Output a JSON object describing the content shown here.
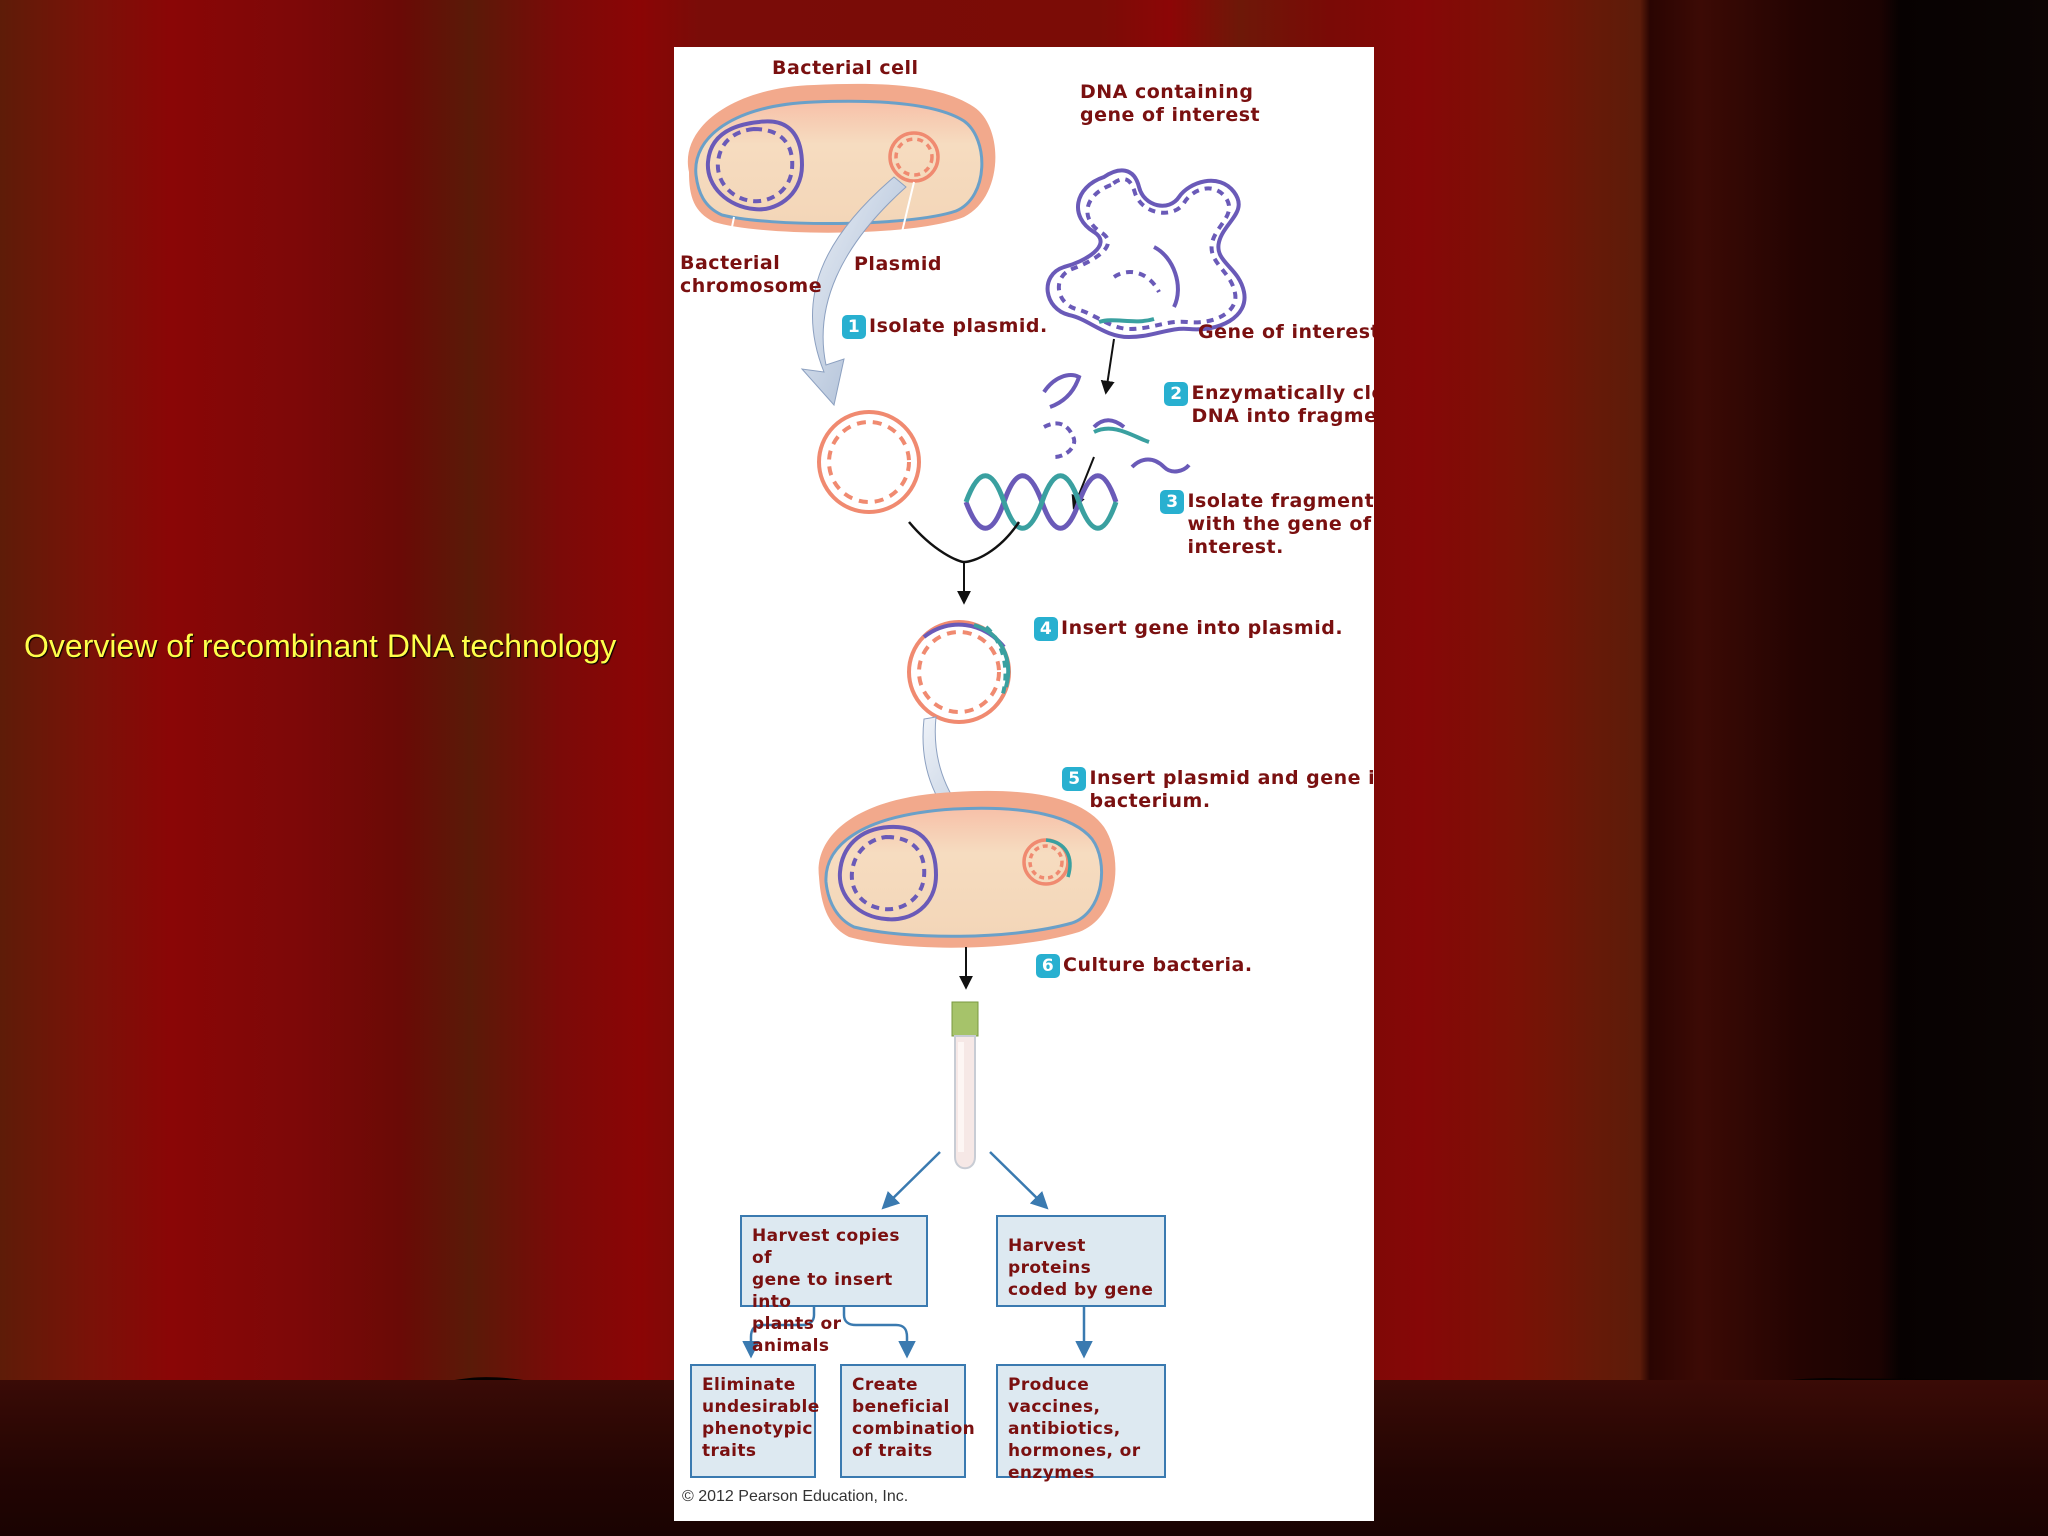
{
  "slide": {
    "caption": "Overview of recombinant DNA technology"
  },
  "diagram": {
    "labels": {
      "bacterial_cell": "Bacterial cell",
      "dna_gene": "DNA containing\ngene of interest",
      "bacterial_chromosome": "Bacterial\nchromosome",
      "plasmid": "Plasmid",
      "gene_of_interest": "Gene of interest"
    },
    "steps": [
      {
        "num": "1",
        "text": "Isolate plasmid."
      },
      {
        "num": "2",
        "text": "Enzymatically cleave\nDNA into fragments."
      },
      {
        "num": "3",
        "text": "Isolate fragment\nwith the gene of\ninterest."
      },
      {
        "num": "4",
        "text": "Insert gene into plasmid."
      },
      {
        "num": "5",
        "text": "Insert plasmid and gene into\nbacterium."
      },
      {
        "num": "6",
        "text": "Culture bacteria."
      }
    ],
    "boxes": {
      "harvest_gene": "Harvest copies of\ngene to insert into\nplants or animals",
      "harvest_proteins": "Harvest proteins\ncoded by gene",
      "eliminate": "Eliminate\nundesirable\nphenotypic\ntraits",
      "create": "Create\nbeneficial\ncombination\nof traits",
      "produce": "Produce vaccines,\nantibiotics,\nhormones, or\nenzymes"
    },
    "copyright": "© 2012 Pearson Education, Inc."
  },
  "colors": {
    "caption": "#ffff4a",
    "label_text": "#7a1010",
    "badge": "#28b0d0",
    "plasmid": "#f08a70",
    "chromosome": "#6a5ab8",
    "gene": "#3aa0a0",
    "box_fill": "#dde9f1",
    "box_border": "#3a7ab0"
  }
}
